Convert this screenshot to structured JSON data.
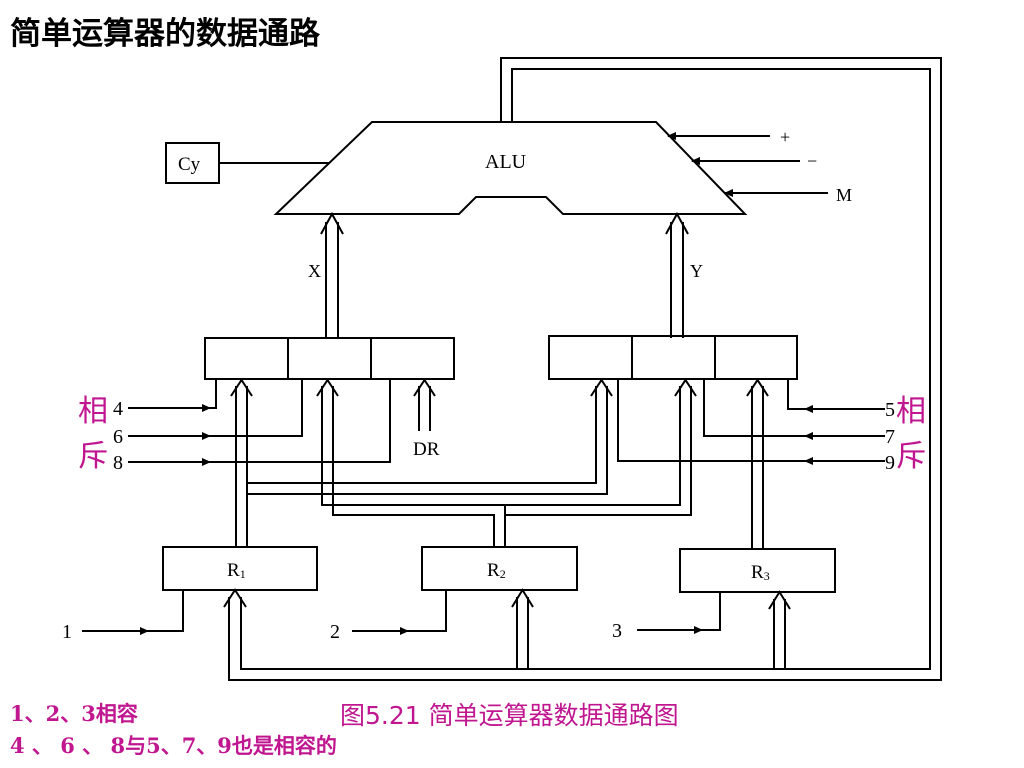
{
  "title": "简单运算器的数据通路",
  "caption": "图5.21 简单运算器数据通路图",
  "notes": [
    "1、2、3相容",
    "4 、 6 、 8与5、7、9也是相容的"
  ],
  "diagram": {
    "alu": "ALU",
    "cy": "Cy",
    "x": "X",
    "y": "Y",
    "dr": "DR",
    "plus": "+",
    "minus": "−",
    "m": "M",
    "registers": {
      "r1": "R",
      "r1_sub": "1",
      "r2": "R",
      "r2_sub": "2",
      "r3": "R",
      "r3_sub": "3"
    },
    "left_inputs": [
      "4",
      "6",
      "8"
    ],
    "right_inputs": [
      "5",
      "7",
      "9"
    ],
    "bottom_inputs": [
      "1",
      "2",
      "3"
    ],
    "mutex_char1": "相",
    "mutex_char2": "斥"
  },
  "colors": {
    "accent": "#c0168f",
    "line": "#000000"
  }
}
